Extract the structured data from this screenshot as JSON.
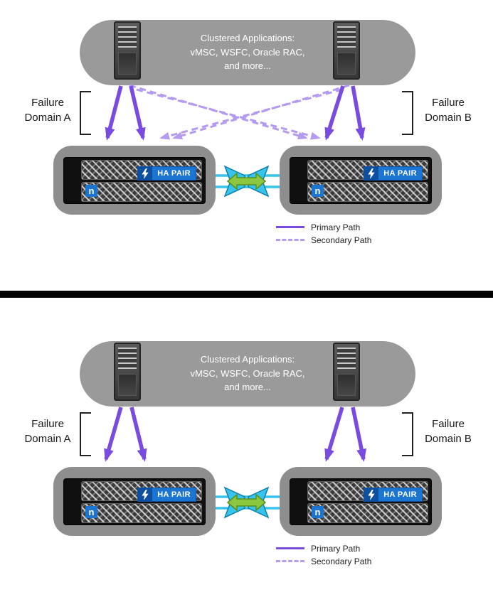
{
  "colors": {
    "primary": "#7a4be0",
    "secondary": "#b49af0",
    "cyan": "#38c3ec",
    "green": "#8dc63f",
    "green_dark": "#55911e",
    "blue": "#1b75d1",
    "blue_dark": "#0d4fa0",
    "box_gray": "#9a9a9a",
    "storage_gray": "#8e8e8e",
    "text_dark": "#1a1a1a"
  },
  "app_box": {
    "line1": "Clustered Applications:",
    "line2": "vMSC, WSFC, Oracle RAC,",
    "line3": "and more..."
  },
  "domain_a": {
    "line1": "Failure",
    "line2": "Domain A"
  },
  "domain_b": {
    "line1": "Failure",
    "line2": "Domain B"
  },
  "storage": {
    "badge": "HA PAIR",
    "logo": "n"
  },
  "legend": {
    "primary": "Primary Path",
    "secondary": "Secondary Path"
  }
}
